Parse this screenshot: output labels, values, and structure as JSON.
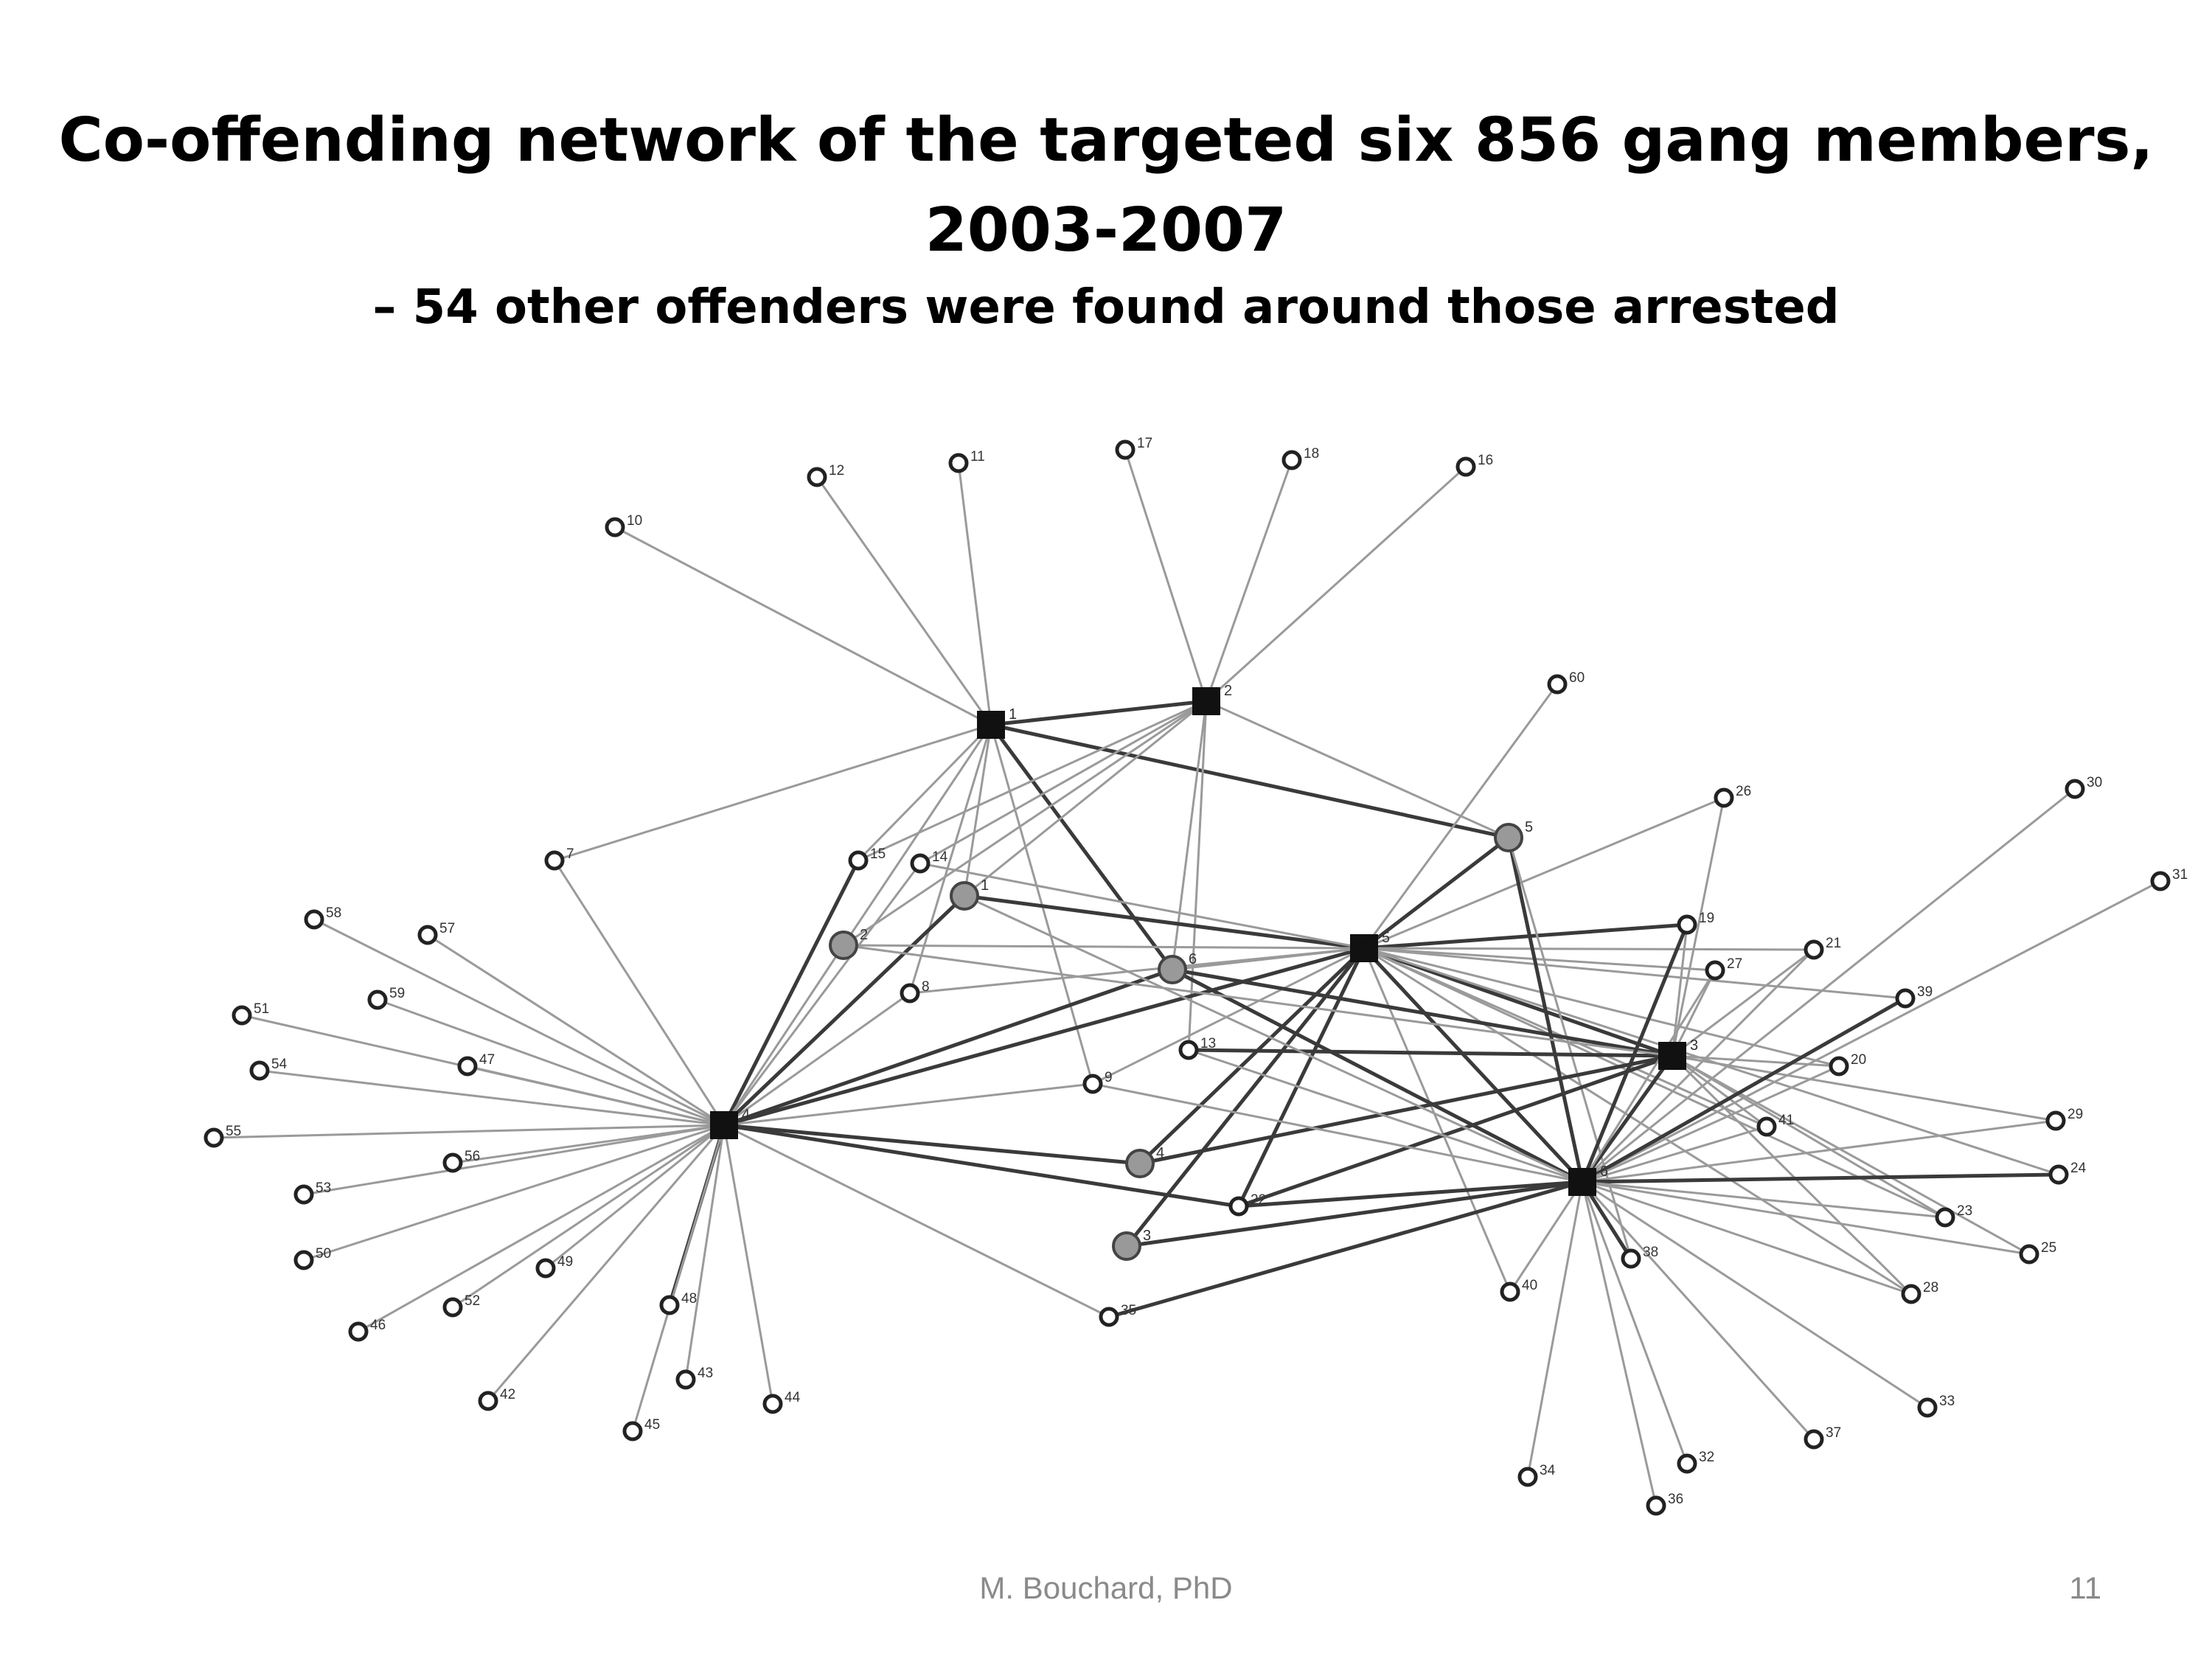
{
  "slide": {
    "title_line1": "Co-offending network of the targeted six 856 gang members,",
    "title_line2": "2003-2007",
    "subtitle": "– 54 other offenders were found around those arrested",
    "author": "M. Bouchard, PhD",
    "page_number": "11"
  },
  "network": {
    "node_types": {
      "gang": {
        "shape": "square",
        "fill": "#111111"
      },
      "associate": {
        "shape": "circle",
        "fill": "#999999",
        "stroke": "#444444"
      },
      "other": {
        "shape": "circle",
        "fill": "#ffffff",
        "stroke": "#222222"
      }
    },
    "nodes": [
      {
        "id": "g1",
        "label": "1",
        "type": "gang"
      },
      {
        "id": "g2",
        "label": "2",
        "type": "gang"
      },
      {
        "id": "g3",
        "label": "3",
        "type": "gang"
      },
      {
        "id": "g4",
        "label": "4",
        "type": "gang"
      },
      {
        "id": "g5",
        "label": "5",
        "type": "gang"
      },
      {
        "id": "g6",
        "label": "6",
        "type": "gang"
      },
      {
        "id": "a1",
        "label": "1",
        "type": "associate"
      },
      {
        "id": "a2",
        "label": "2",
        "type": "associate"
      },
      {
        "id": "a3",
        "label": "3",
        "type": "associate"
      },
      {
        "id": "a4",
        "label": "4",
        "type": "associate"
      },
      {
        "id": "a5",
        "label": "5",
        "type": "associate"
      },
      {
        "id": "a6",
        "label": "6",
        "type": "associate"
      },
      {
        "id": "n7",
        "label": "7",
        "type": "other"
      },
      {
        "id": "n8",
        "label": "8",
        "type": "other"
      },
      {
        "id": "n9",
        "label": "9",
        "type": "other"
      },
      {
        "id": "n10",
        "label": "10",
        "type": "other"
      },
      {
        "id": "n11",
        "label": "11",
        "type": "other"
      },
      {
        "id": "n12",
        "label": "12",
        "type": "other"
      },
      {
        "id": "n13",
        "label": "13",
        "type": "other"
      },
      {
        "id": "n14",
        "label": "14",
        "type": "other"
      },
      {
        "id": "n15",
        "label": "15",
        "type": "other"
      },
      {
        "id": "n16",
        "label": "16",
        "type": "other"
      },
      {
        "id": "n17",
        "label": "17",
        "type": "other"
      },
      {
        "id": "n18",
        "label": "18",
        "type": "other"
      },
      {
        "id": "n19",
        "label": "19",
        "type": "other"
      },
      {
        "id": "n20",
        "label": "20",
        "type": "other"
      },
      {
        "id": "n21",
        "label": "21",
        "type": "other"
      },
      {
        "id": "n22",
        "label": "22",
        "type": "other"
      },
      {
        "id": "n23",
        "label": "23",
        "type": "other"
      },
      {
        "id": "n24",
        "label": "24",
        "type": "other"
      },
      {
        "id": "n25",
        "label": "25",
        "type": "other"
      },
      {
        "id": "n26",
        "label": "26",
        "type": "other"
      },
      {
        "id": "n27",
        "label": "27",
        "type": "other"
      },
      {
        "id": "n28",
        "label": "28",
        "type": "other"
      },
      {
        "id": "n29",
        "label": "29",
        "type": "other"
      },
      {
        "id": "n30",
        "label": "30",
        "type": "other"
      },
      {
        "id": "n31",
        "label": "31",
        "type": "other"
      },
      {
        "id": "n32",
        "label": "32",
        "type": "other"
      },
      {
        "id": "n33",
        "label": "33",
        "type": "other"
      },
      {
        "id": "n34",
        "label": "34",
        "type": "other"
      },
      {
        "id": "n35",
        "label": "35",
        "type": "other"
      },
      {
        "id": "n36",
        "label": "36",
        "type": "other"
      },
      {
        "id": "n37",
        "label": "37",
        "type": "other"
      },
      {
        "id": "n38",
        "label": "38",
        "type": "other"
      },
      {
        "id": "n39",
        "label": "39",
        "type": "other"
      },
      {
        "id": "n40",
        "label": "40",
        "type": "other"
      },
      {
        "id": "n41",
        "label": "41",
        "type": "other"
      },
      {
        "id": "n42",
        "label": "42",
        "type": "other"
      },
      {
        "id": "n43",
        "label": "43",
        "type": "other"
      },
      {
        "id": "n44",
        "label": "44",
        "type": "other"
      },
      {
        "id": "n45",
        "label": "45",
        "type": "other"
      },
      {
        "id": "n46",
        "label": "46",
        "type": "other"
      },
      {
        "id": "n47",
        "label": "47",
        "type": "other"
      },
      {
        "id": "n48",
        "label": "48",
        "type": "other"
      },
      {
        "id": "n49",
        "label": "49",
        "type": "other"
      },
      {
        "id": "n50",
        "label": "50",
        "type": "other"
      },
      {
        "id": "n51",
        "label": "51",
        "type": "other"
      },
      {
        "id": "n52",
        "label": "52",
        "type": "other"
      },
      {
        "id": "n53",
        "label": "53",
        "type": "other"
      },
      {
        "id": "n54",
        "label": "54",
        "type": "other"
      },
      {
        "id": "n55",
        "label": "55",
        "type": "other"
      },
      {
        "id": "n56",
        "label": "56",
        "type": "other"
      },
      {
        "id": "n57",
        "label": "57",
        "type": "other"
      },
      {
        "id": "n58",
        "label": "58",
        "type": "other"
      },
      {
        "id": "n59",
        "label": "59",
        "type": "other"
      },
      {
        "id": "n60",
        "label": "60",
        "type": "other"
      }
    ],
    "edges": [
      [
        "g1",
        "n10"
      ],
      [
        "g1",
        "n12"
      ],
      [
        "g1",
        "n11"
      ],
      [
        "g1",
        "n7"
      ],
      [
        "g1",
        "n8"
      ],
      [
        "g1",
        "n9"
      ],
      [
        "g1",
        "n15"
      ],
      [
        "g1",
        "a1"
      ],
      [
        "g1",
        "a2"
      ],
      [
        "g1",
        "a6",
        1
      ],
      [
        "g1",
        "a5",
        1
      ],
      [
        "g1",
        "g2",
        1
      ],
      [
        "g2",
        "n17"
      ],
      [
        "g2",
        "n18"
      ],
      [
        "g2",
        "n16"
      ],
      [
        "g2",
        "n13"
      ],
      [
        "g2",
        "n14"
      ],
      [
        "g2",
        "n15"
      ],
      [
        "g2",
        "a1"
      ],
      [
        "g2",
        "a2"
      ],
      [
        "g2",
        "a5"
      ],
      [
        "g2",
        "a6"
      ],
      [
        "g4",
        "n7"
      ],
      [
        "g4",
        "n58"
      ],
      [
        "g4",
        "n57"
      ],
      [
        "g4",
        "n51"
      ],
      [
        "g4",
        "n59"
      ],
      [
        "g4",
        "n54"
      ],
      [
        "g4",
        "n47"
      ],
      [
        "g4",
        "n55"
      ],
      [
        "g4",
        "n56"
      ],
      [
        "g4",
        "n53"
      ],
      [
        "g4",
        "n50"
      ],
      [
        "g4",
        "n46"
      ],
      [
        "g4",
        "n52"
      ],
      [
        "g4",
        "n49"
      ],
      [
        "g4",
        "n42"
      ],
      [
        "g4",
        "n48",
        1
      ],
      [
        "g4",
        "n45"
      ],
      [
        "g4",
        "n43"
      ],
      [
        "g4",
        "n44"
      ],
      [
        "g4",
        "n15",
        1
      ],
      [
        "g4",
        "a2"
      ],
      [
        "g4",
        "a1",
        1
      ],
      [
        "g4",
        "n8"
      ],
      [
        "g4",
        "a6",
        1
      ],
      [
        "g4",
        "g5",
        1
      ],
      [
        "g4",
        "n9"
      ],
      [
        "g4",
        "a4",
        1
      ],
      [
        "g4",
        "n22",
        1
      ],
      [
        "g4",
        "n35"
      ],
      [
        "g4",
        "n14"
      ],
      [
        "g5",
        "a1",
        1
      ],
      [
        "g5",
        "a2"
      ],
      [
        "g5",
        "a6"
      ],
      [
        "g5",
        "n8"
      ],
      [
        "g5",
        "n14"
      ],
      [
        "g5",
        "n60"
      ],
      [
        "g5",
        "n26"
      ],
      [
        "g5",
        "n19",
        1
      ],
      [
        "g5",
        "n21"
      ],
      [
        "g5",
        "n27"
      ],
      [
        "g5",
        "n39"
      ],
      [
        "g5",
        "n9"
      ],
      [
        "g5",
        "a4",
        1
      ],
      [
        "g5",
        "n22",
        1
      ],
      [
        "g5",
        "a3",
        1
      ],
      [
        "g5",
        "n40"
      ],
      [
        "g5",
        "g3",
        1
      ],
      [
        "g5",
        "g6",
        1
      ],
      [
        "g5",
        "n20"
      ],
      [
        "g5",
        "n41"
      ],
      [
        "g5",
        "n24"
      ],
      [
        "g5",
        "n23"
      ],
      [
        "g5",
        "n28"
      ],
      [
        "g5",
        "a5",
        1
      ],
      [
        "a5",
        "g6",
        1
      ],
      [
        "a5",
        "n38"
      ],
      [
        "a6",
        "g6",
        1
      ],
      [
        "a6",
        "g3",
        1
      ],
      [
        "g3",
        "n19"
      ],
      [
        "g3",
        "n27"
      ],
      [
        "g3",
        "n21"
      ],
      [
        "g3",
        "n20"
      ],
      [
        "g3",
        "n13",
        1
      ],
      [
        "g3",
        "n26"
      ],
      [
        "g3",
        "n29"
      ],
      [
        "g3",
        "n25"
      ],
      [
        "g3",
        "n23"
      ],
      [
        "g3",
        "n28"
      ],
      [
        "g3",
        "a4",
        1
      ],
      [
        "g3",
        "n22",
        1
      ],
      [
        "g3",
        "g6",
        1
      ],
      [
        "g3",
        "n41"
      ],
      [
        "g3",
        "a2"
      ],
      [
        "g6",
        "n30"
      ],
      [
        "g6",
        "n31"
      ],
      [
        "g6",
        "n39",
        1
      ],
      [
        "g6",
        "n29"
      ],
      [
        "g6",
        "n24",
        1
      ],
      [
        "g6",
        "n23"
      ],
      [
        "g6",
        "n25"
      ],
      [
        "g6",
        "n28"
      ],
      [
        "g6",
        "n33"
      ],
      [
        "g6",
        "n37"
      ],
      [
        "g6",
        "n32"
      ],
      [
        "g6",
        "n36"
      ],
      [
        "g6",
        "n34"
      ],
      [
        "g6",
        "n38",
        1
      ],
      [
        "g6",
        "n40"
      ],
      [
        "g6",
        "n41"
      ],
      [
        "g6",
        "n21"
      ],
      [
        "g6",
        "n19",
        1
      ],
      [
        "g6",
        "n27"
      ],
      [
        "g6",
        "n20"
      ],
      [
        "g6",
        "n22",
        1
      ],
      [
        "g6",
        "a3",
        1
      ],
      [
        "g6",
        "n35",
        1
      ],
      [
        "g6",
        "n9"
      ],
      [
        "g6",
        "n13"
      ],
      [
        "g6",
        "a1"
      ]
    ]
  }
}
